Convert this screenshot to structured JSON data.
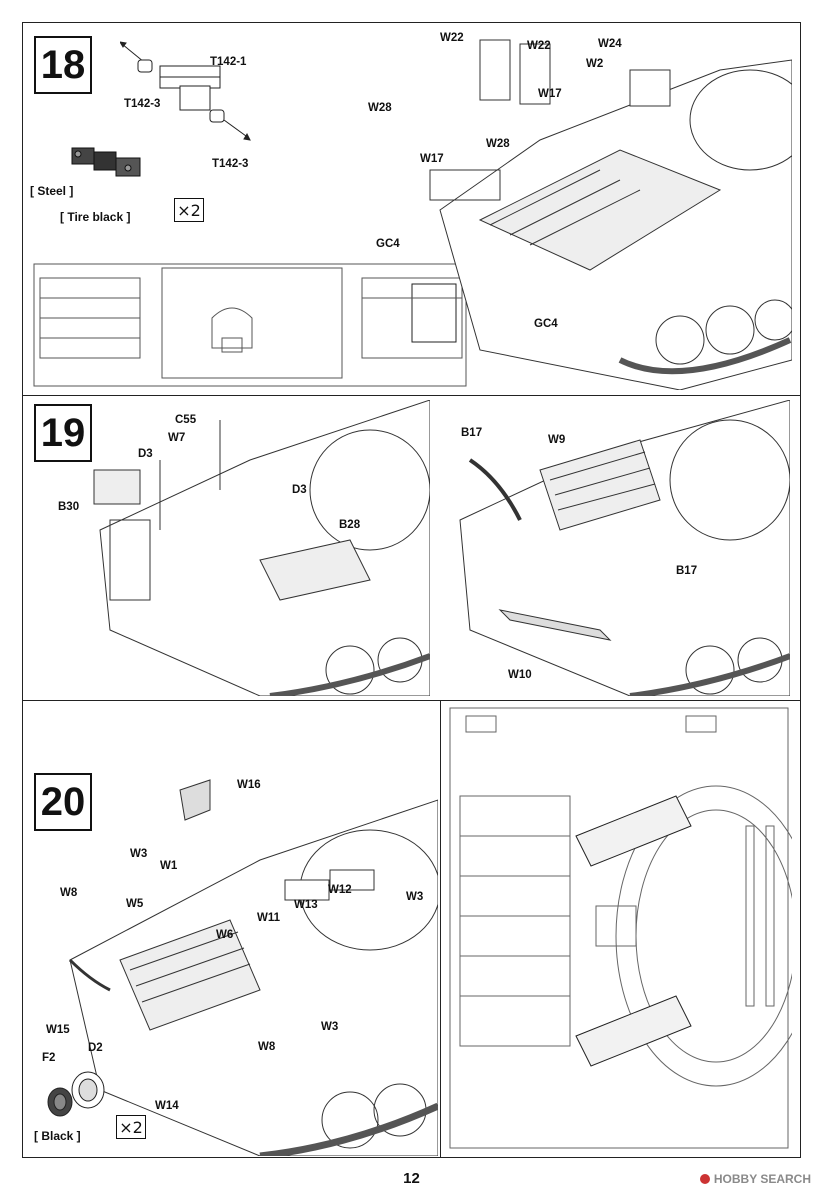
{
  "page_number": "12",
  "watermark": "HOBBY SEARCH",
  "steps": {
    "s18": {
      "number": "18",
      "labels": {
        "t142_1": "T142-1",
        "t142_3a": "T142-3",
        "t142_3b": "T142-3",
        "steel": "[ Steel ]",
        "tire": "[ Tire black ]",
        "mult": "×2",
        "w22a": "W22",
        "w22b": "W22",
        "w24": "W24",
        "w2": "W2",
        "w17a": "W17",
        "w28a": "W28",
        "w17b": "W17",
        "w28b": "W28",
        "gc4a": "GC4",
        "gc4b": "GC4"
      }
    },
    "s19": {
      "number": "19",
      "labels": {
        "c55": "C55",
        "w7": "W7",
        "d3a": "D3",
        "b30": "B30",
        "d3b": "D3",
        "b28": "B28",
        "b17a": "B17",
        "w9": "W9",
        "b17b": "B17",
        "w10": "W10"
      }
    },
    "s20": {
      "number": "20",
      "labels": {
        "w16": "W16",
        "w3a": "W3",
        "w1": "W1",
        "w8a": "W8",
        "w5": "W5",
        "w12": "W12",
        "w13": "W13",
        "w3b": "W3",
        "w11": "W11",
        "w6": "W6",
        "w15": "W15",
        "w3c": "W3",
        "w8b": "W8",
        "f2": "F2",
        "d2": "D2",
        "w14": "W14",
        "black": "[ Black ]",
        "mult": "×2"
      }
    }
  }
}
